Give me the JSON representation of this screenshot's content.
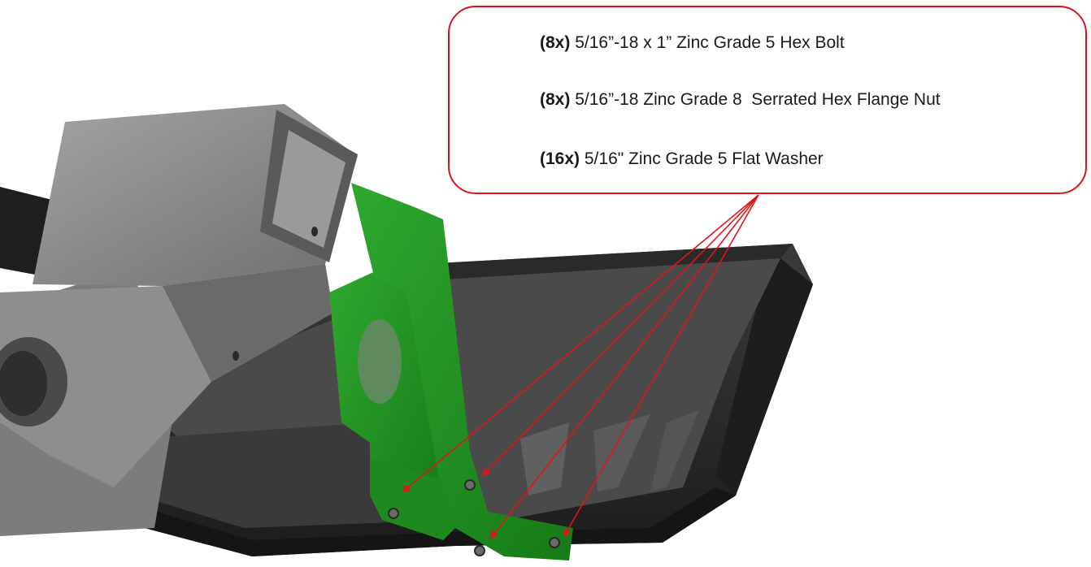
{
  "callout": {
    "items": [
      {
        "qty": "(8x)",
        "desc": "5/16”-18 x 1” Zinc Grade 5 Hex Bolt"
      },
      {
        "qty": "(8x)",
        "desc": "5/16”-18 Zinc Grade 8  Serrated Hex Flange Nut"
      },
      {
        "qty": "(16x)",
        "desc": "5/16\" Zinc Grade 5 Flat Washer"
      }
    ]
  },
  "colors": {
    "callout_border": "#e0141b",
    "leader_arrows": "#e0141b",
    "bracket_green": "#1f9a1f",
    "bumper_black": "#262626",
    "receiver_gray": "#8a8a8a"
  }
}
